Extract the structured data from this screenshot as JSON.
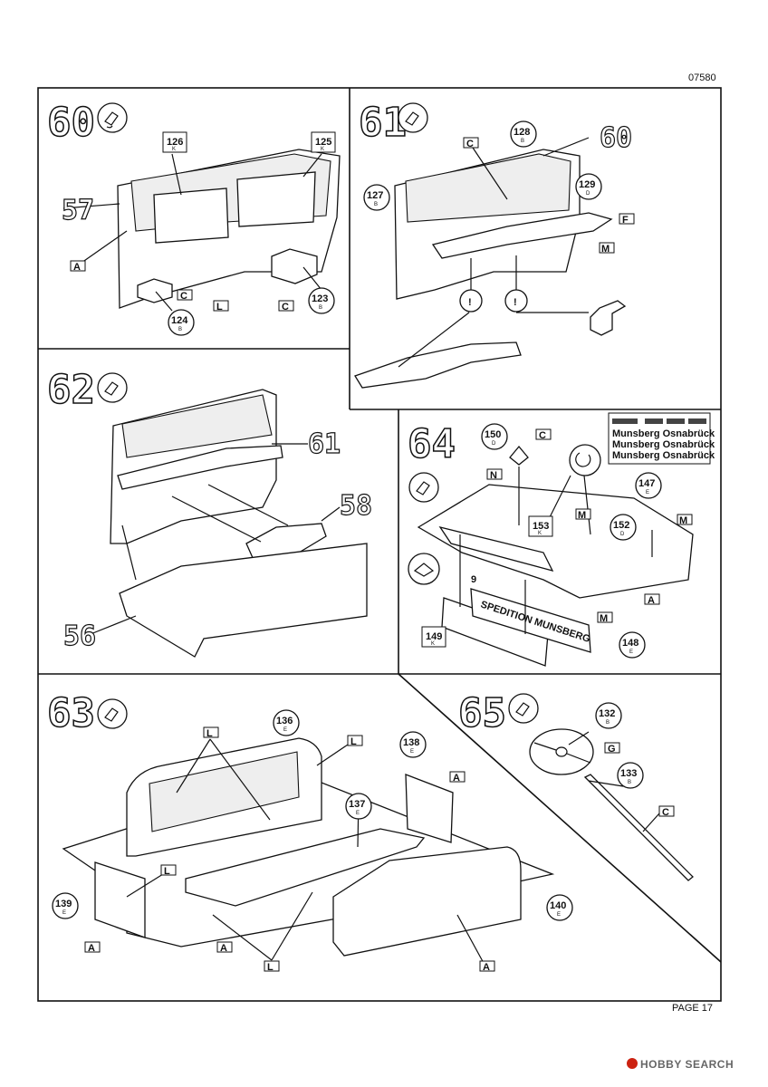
{
  "document": {
    "code": "07580",
    "page_label": "PAGE 17"
  },
  "watermark": {
    "text": "HOBBY SEARCH"
  },
  "steps": {
    "s60": {
      "number": "60",
      "parts": [
        "126",
        "125",
        "57",
        "123",
        "124"
      ],
      "letters": [
        "A",
        "C",
        "L",
        "C"
      ],
      "sub": [
        "K",
        "K",
        "B",
        "B"
      ]
    },
    "s61": {
      "number": "61",
      "parts": [
        "128",
        "60",
        "127",
        "129"
      ],
      "letters": [
        "C",
        "F",
        "M"
      ],
      "sub": [
        "B",
        "B",
        "D"
      ]
    },
    "s62": {
      "number": "62",
      "parts": [
        "61",
        "58",
        "56"
      ]
    },
    "s64": {
      "number": "64",
      "parts": [
        "150",
        "147",
        "153",
        "152",
        "9",
        "149",
        "148"
      ],
      "letters": [
        "C",
        "N",
        "M",
        "M",
        "A",
        "M"
      ],
      "sub": [
        "D",
        "E",
        "K",
        "D",
        "K",
        "E"
      ],
      "decal_lines": [
        "Munsberg Osnabrück",
        "Munsberg Osnabrück",
        "Munsberg Osnabrück"
      ],
      "grille_text": "SPEDITION MUNSBERG"
    },
    "s63": {
      "number": "63",
      "parts": [
        "136",
        "138",
        "137",
        "139",
        "140"
      ],
      "letters": [
        "L",
        "L",
        "A",
        "L",
        "A",
        "A",
        "L",
        "A"
      ],
      "sub": [
        "E",
        "E",
        "E",
        "E",
        "E"
      ]
    },
    "s65": {
      "number": "65",
      "parts": [
        "132",
        "133"
      ],
      "letters": [
        "G",
        "C"
      ],
      "sub": [
        "B",
        "B"
      ]
    }
  }
}
